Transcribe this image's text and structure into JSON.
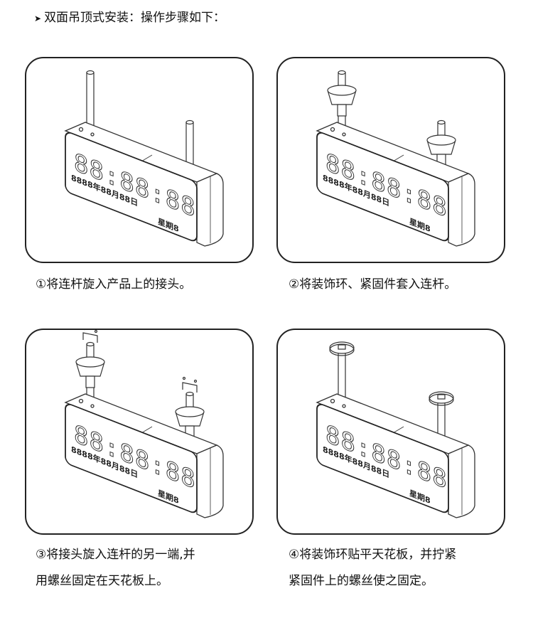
{
  "title": {
    "bullet_icon": "arrow-right-icon",
    "text": "双面吊顶式安装：操作步骤如下："
  },
  "device_labels": {
    "clock_digits": "88:88:88",
    "date": "8888年88月88日",
    "weekday": "星期8"
  },
  "steps": [
    {
      "caption_lines": [
        "①将连杆旋入产品上的接头。"
      ]
    },
    {
      "caption_lines": [
        "②将装饰环、紧固件套入连杆。"
      ]
    },
    {
      "caption_lines": [
        "③将接头旋入连杆的另一端,并",
        "用螺丝固定在天花板上。"
      ]
    },
    {
      "caption_lines": [
        "④将装饰环贴平天花板，并拧紧",
        "紧固件上的螺丝使之固定。"
      ]
    }
  ]
}
